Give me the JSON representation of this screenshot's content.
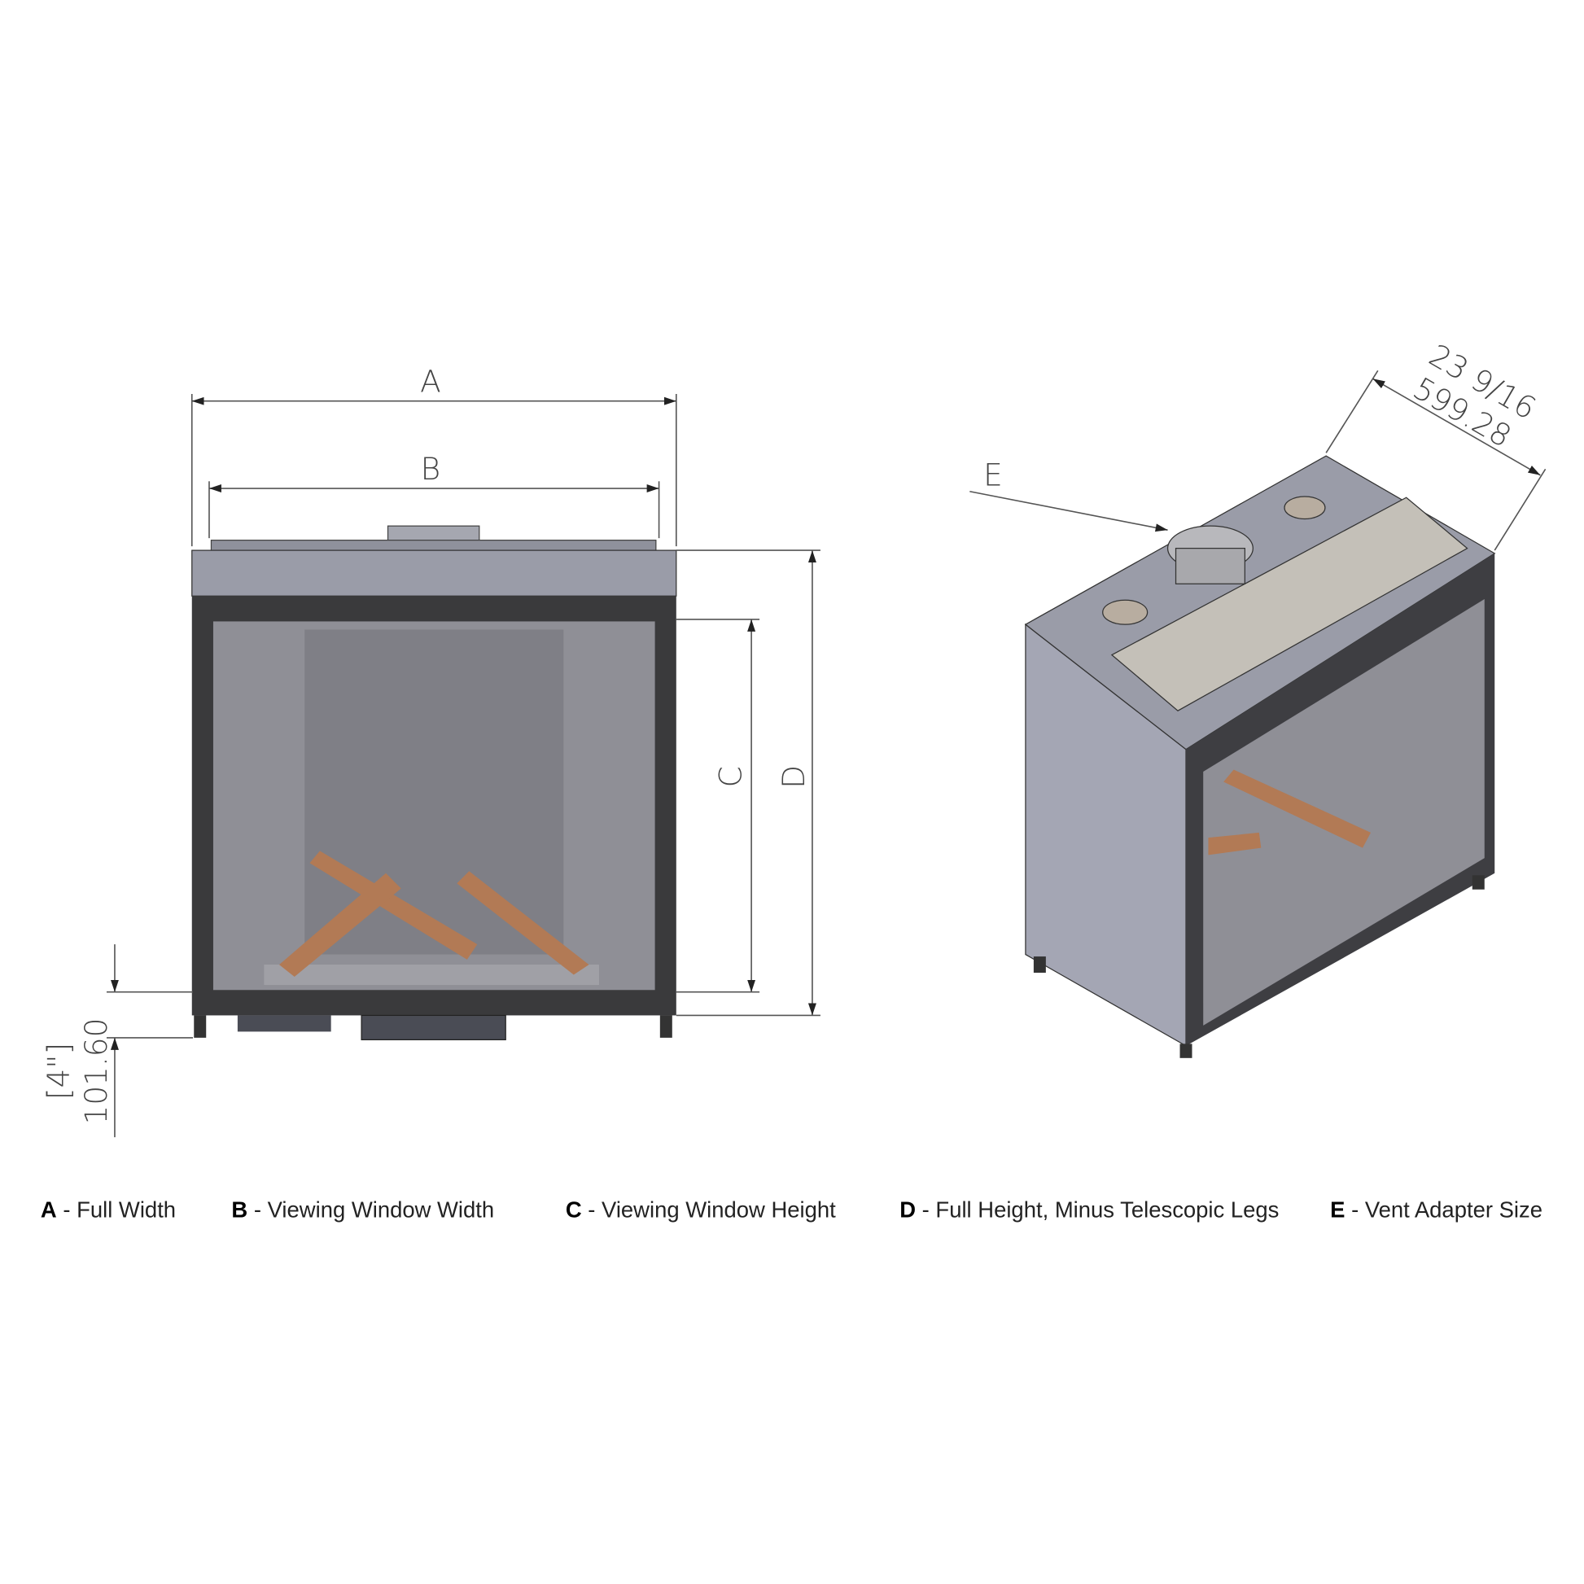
{
  "front_view": {
    "dimension_labels": {
      "a": "A",
      "b": "B",
      "c": "C",
      "d": "D"
    },
    "leg_height_mm": "101.60",
    "leg_height_in": "[4\"]"
  },
  "iso_view": {
    "vent_label": "E",
    "depth_in": "23 9/16",
    "depth_mm": "599.28"
  },
  "legend": [
    {
      "key": "A",
      "text": " - Full Width"
    },
    {
      "key": "B",
      "text": " - Viewing Window Width"
    },
    {
      "key": "C",
      "text": " - Viewing Window Height"
    },
    {
      "key": "D",
      "text": " - Full Height, Minus Telescopic Legs"
    },
    {
      "key": "E",
      "text": " - Vent Adapter Size"
    }
  ],
  "colors": {
    "body": "#9a9ca8",
    "frame": "#3a3a3c",
    "glass": "#8f8f96",
    "log": "#b27a55"
  }
}
